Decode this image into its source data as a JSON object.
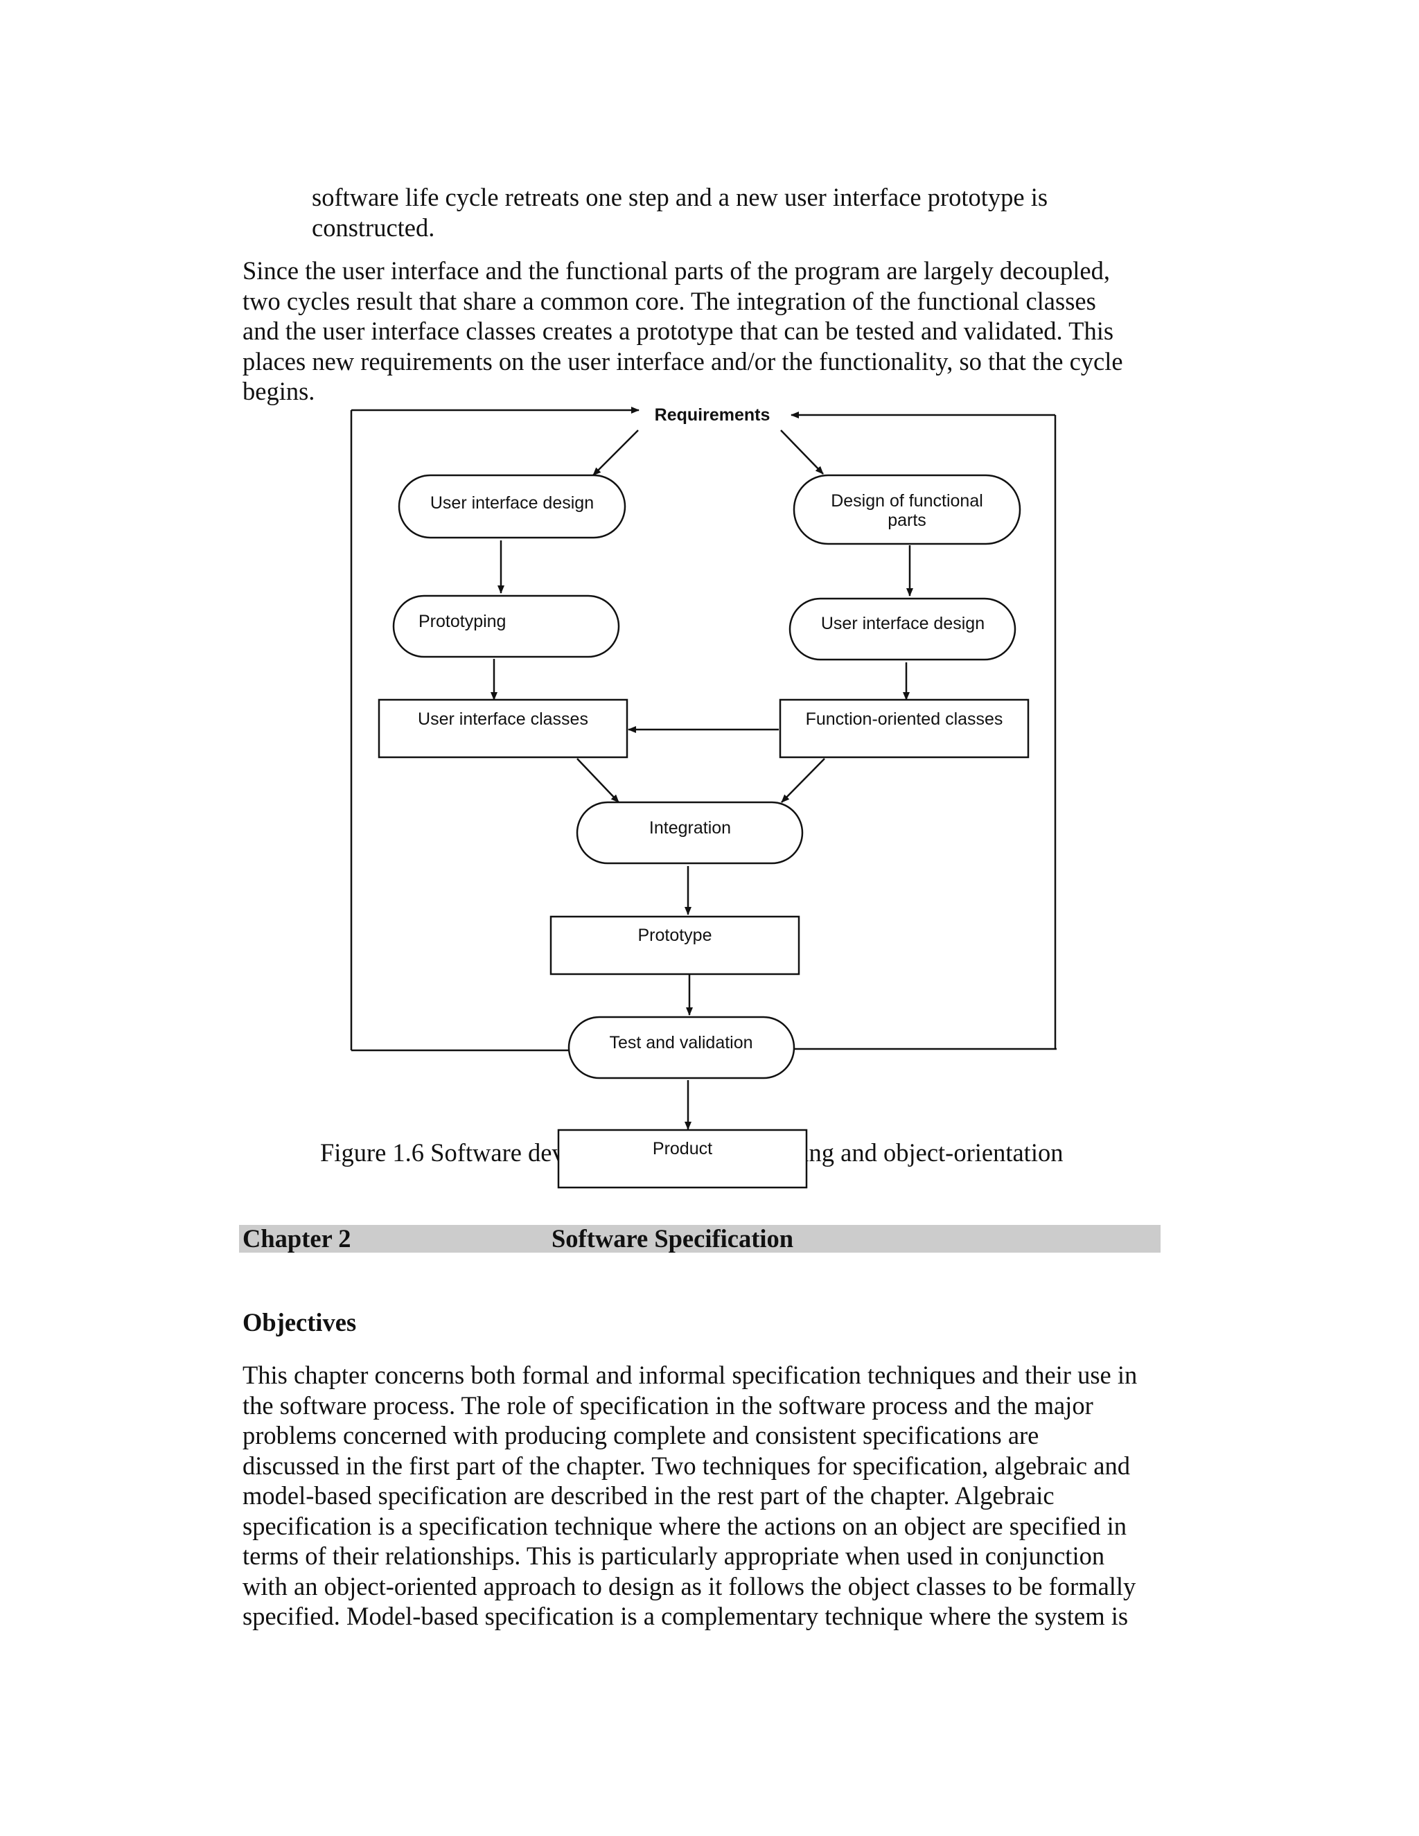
{
  "intro_lines": [
    "software life cycle retreats one  step and a new user interface prototype is",
    "constructed."
  ],
  "paragraph1_lines": [
    "Since the user interface and the functional parts of the program are largely decoupled,",
    "two cycles result that share a common core. The integration of the functional classes",
    "and the user interface classes creates a prototype that can be tested and validated. This",
    "places new requirements on the user interface and/or the functionality, so that the cycle",
    "begins."
  ],
  "diagram": {
    "requirements": "Requirements",
    "ui_design_left": "User interface design",
    "functional_design_line1": "Design of functional",
    "functional_design_line2": "parts",
    "prototyping": "Prototyping",
    "ui_design_right": "User interface design",
    "ui_classes": "User interface classes",
    "function_classes": "Function-oriented classes",
    "integration": "Integration",
    "prototype": "Prototype",
    "test_validation": "Test and validation",
    "product": "Product"
  },
  "figure_caption": "Figure 1.6 Software development with prototyping and object-orientation",
  "chapter": {
    "number": "Chapter 2",
    "title": "Software Specification"
  },
  "objectives_heading": "Objectives",
  "paragraph2_lines": [
    "This chapter concerns both formal and informal specification techniques and their use in",
    "the software process. The role of specification in the software process  and the major",
    "problems concerned with producing complete and consistent specifications are",
    "discussed in the first part of the chapter. Two techniques for specification, algebraic and",
    "model-based specification are described in the rest part of the chapter. Algebraic",
    "specification is a specification technique where the actions on an object are specified in",
    "terms of their relationships. This is particularly appropriate when used in conjunction",
    "with an object-oriented approach to design as it follows the object classes to be formally",
    "specified. Model-based specification is a complementary technique where the system is"
  ]
}
